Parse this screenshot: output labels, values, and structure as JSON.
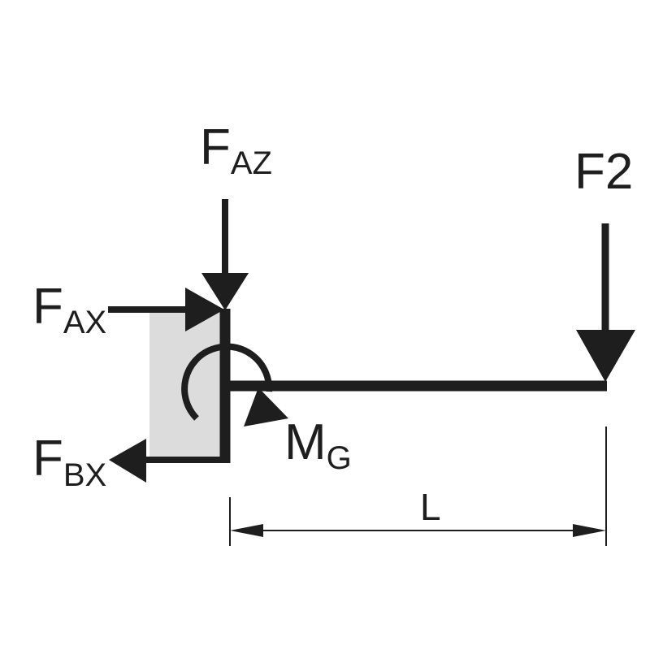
{
  "labels": {
    "faz": {
      "main": "F",
      "sub": "AZ"
    },
    "fax": {
      "main": "F",
      "sub": "AX"
    },
    "fbx": {
      "main": "F",
      "sub": "BX"
    },
    "mg": {
      "main": "M",
      "sub": "G"
    },
    "f2": "F2",
    "length": "L"
  },
  "colors": {
    "ink": "#1e1e1e",
    "support_fill": "#dcdcdc",
    "background": "#ffffff"
  }
}
